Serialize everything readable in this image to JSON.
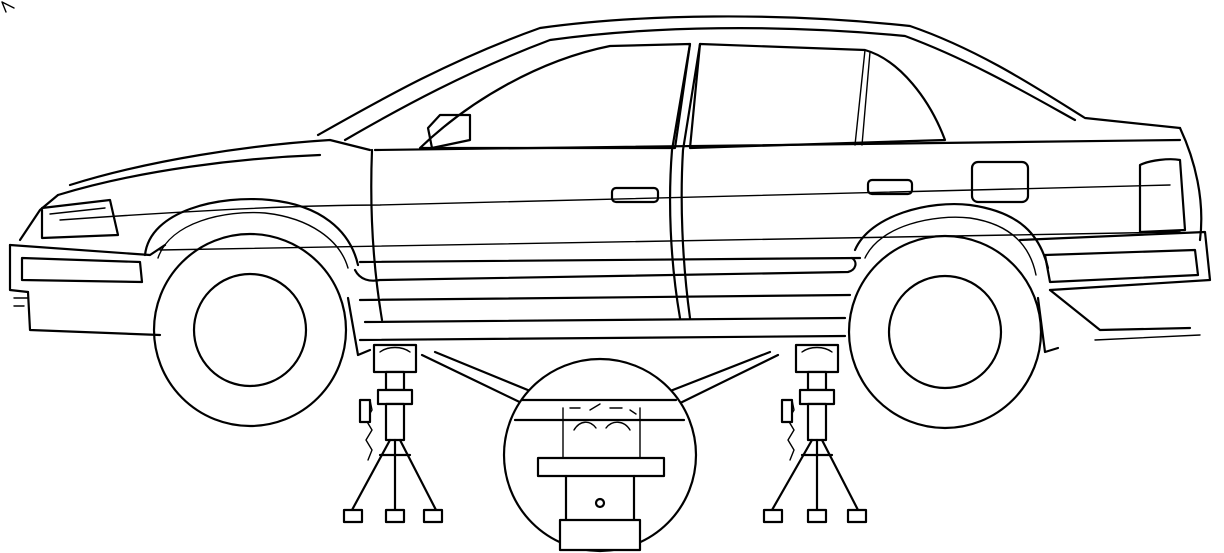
{
  "figure": {
    "subject": "sedan-on-jack-stands",
    "colors": {
      "line": "#000000",
      "background": "#ffffff"
    },
    "jack_stand_count": 2,
    "inset": "support-point-detail"
  }
}
